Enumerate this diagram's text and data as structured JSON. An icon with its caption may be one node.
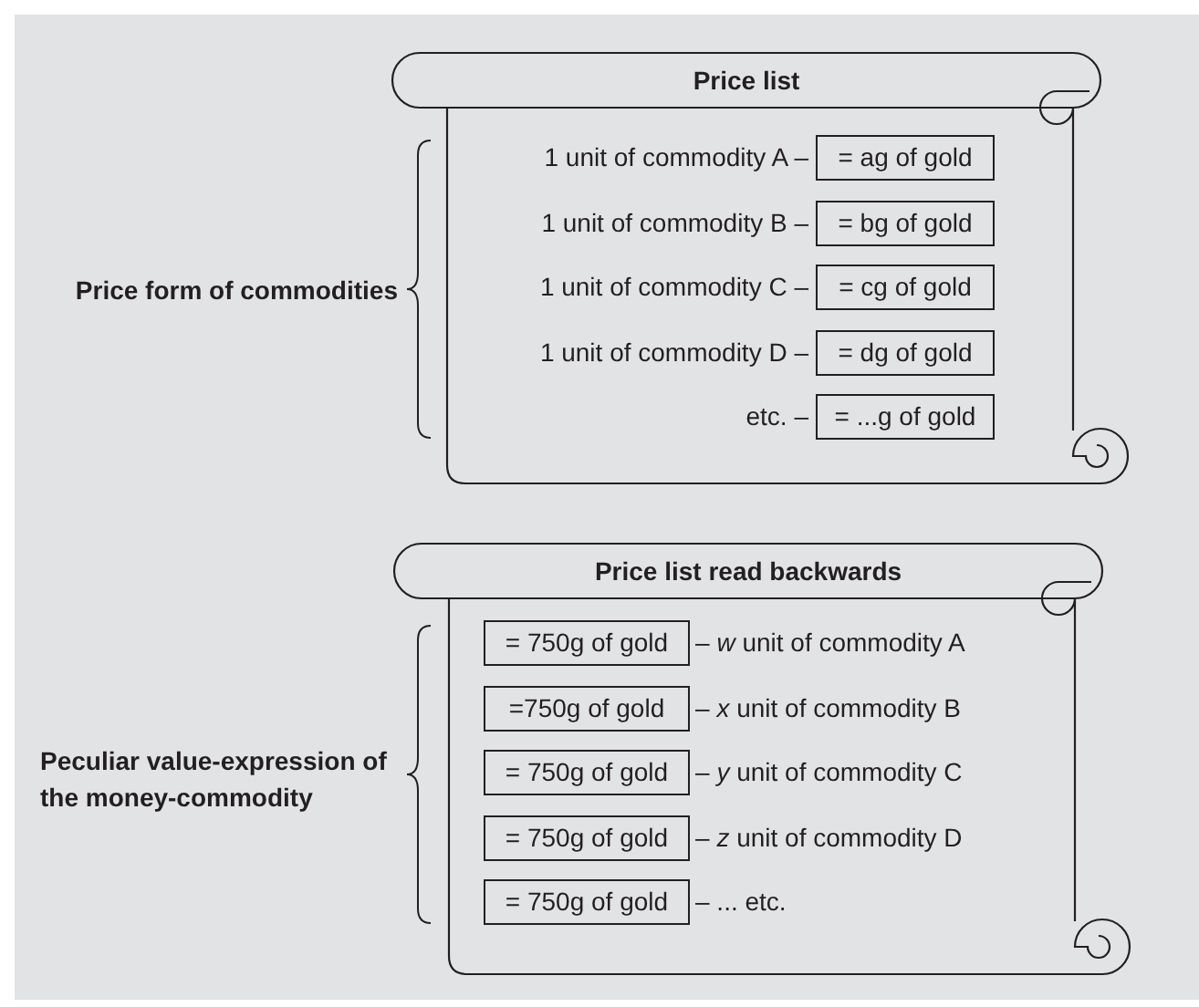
{
  "diagram": {
    "nodes": [
      {
        "text": [
          "Price list"
        ]
      },
      {
        "text": [
          "= ag of gold"
        ],
        "in": 0,
        "beside": [
          "1 unit of commodity A –"
        ]
      },
      {
        "text": [
          "= bg of gold"
        ],
        "in": 0,
        "beside": [
          "1 unit of commodity B –"
        ]
      },
      {
        "text": [
          "= cg of gold"
        ],
        "in": 0,
        "beside": [
          "1 unit of commodity C –"
        ]
      },
      {
        "text": [
          "= dg of gold"
        ],
        "in": 0,
        "beside": [
          "1 unit of commodity D –"
        ]
      },
      {
        "text": [
          "= ...g of gold"
        ],
        "in": 0,
        "beside": [
          "etc. –"
        ]
      },
      {
        "text": [
          "Price list read backwards"
        ]
      },
      {
        "text": [
          "= 750g of gold"
        ],
        "in": 6,
        "beside": [
          "– *w* unit of commodity A"
        ]
      },
      {
        "text": [
          "=750g of gold"
        ],
        "in": 6,
        "beside": [
          "– *x* unit of commodity B"
        ]
      },
      {
        "text": [
          "= 750g of gold"
        ],
        "in": 6,
        "beside": [
          "– *y* unit of commodity C"
        ]
      },
      {
        "text": [
          "= 750g of gold"
        ],
        "in": 6,
        "beside": [
          "– *z* unit of commodity D"
        ]
      },
      {
        "text": [
          "= 750g of gold"
        ],
        "in": 6,
        "beside": [
          "– ... etc."
        ]
      }
    ],
    "labels": [
      "Price form of commodities",
      "Peculiar value-expression of the money-commodity"
    ]
  }
}
